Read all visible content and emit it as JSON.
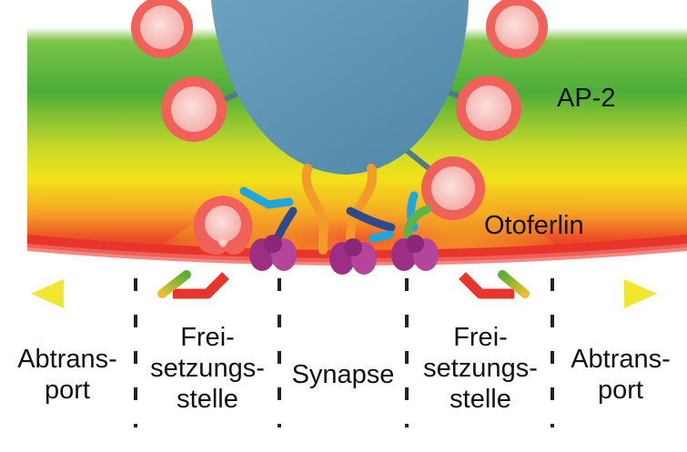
{
  "labels": {
    "ap2": "AP-2",
    "otoferlin": "Otoferlin",
    "left_transport": [
      "Abtrans-",
      "port"
    ],
    "left_release": [
      "Frei-",
      "setzungs-",
      "stelle"
    ],
    "synapse": "Synapse",
    "right_release": [
      "Frei-",
      "setzungs-",
      "stelle"
    ],
    "right_transport": [
      "Abtrans-",
      "port"
    ]
  },
  "colors": {
    "membrane_red": "#e8342a",
    "membrane_band_green": "#4caf3a",
    "membrane_band_yellow": "#f2e21a",
    "ribbon_blue": "#5b94b3",
    "vesicle_ring": "#f0615a",
    "vesicle_core": "#f6c7c3",
    "protein_purple": "#a3358a",
    "arrow_yellow": "#f3e631",
    "arrow_red": "#e8342a",
    "arrow_green": "#58b134",
    "tether_orange": "#f39a2b",
    "tether_navy": "#2f4a8c",
    "tether_cyan": "#1fa6e0",
    "tether_green": "#5bb54a"
  }
}
